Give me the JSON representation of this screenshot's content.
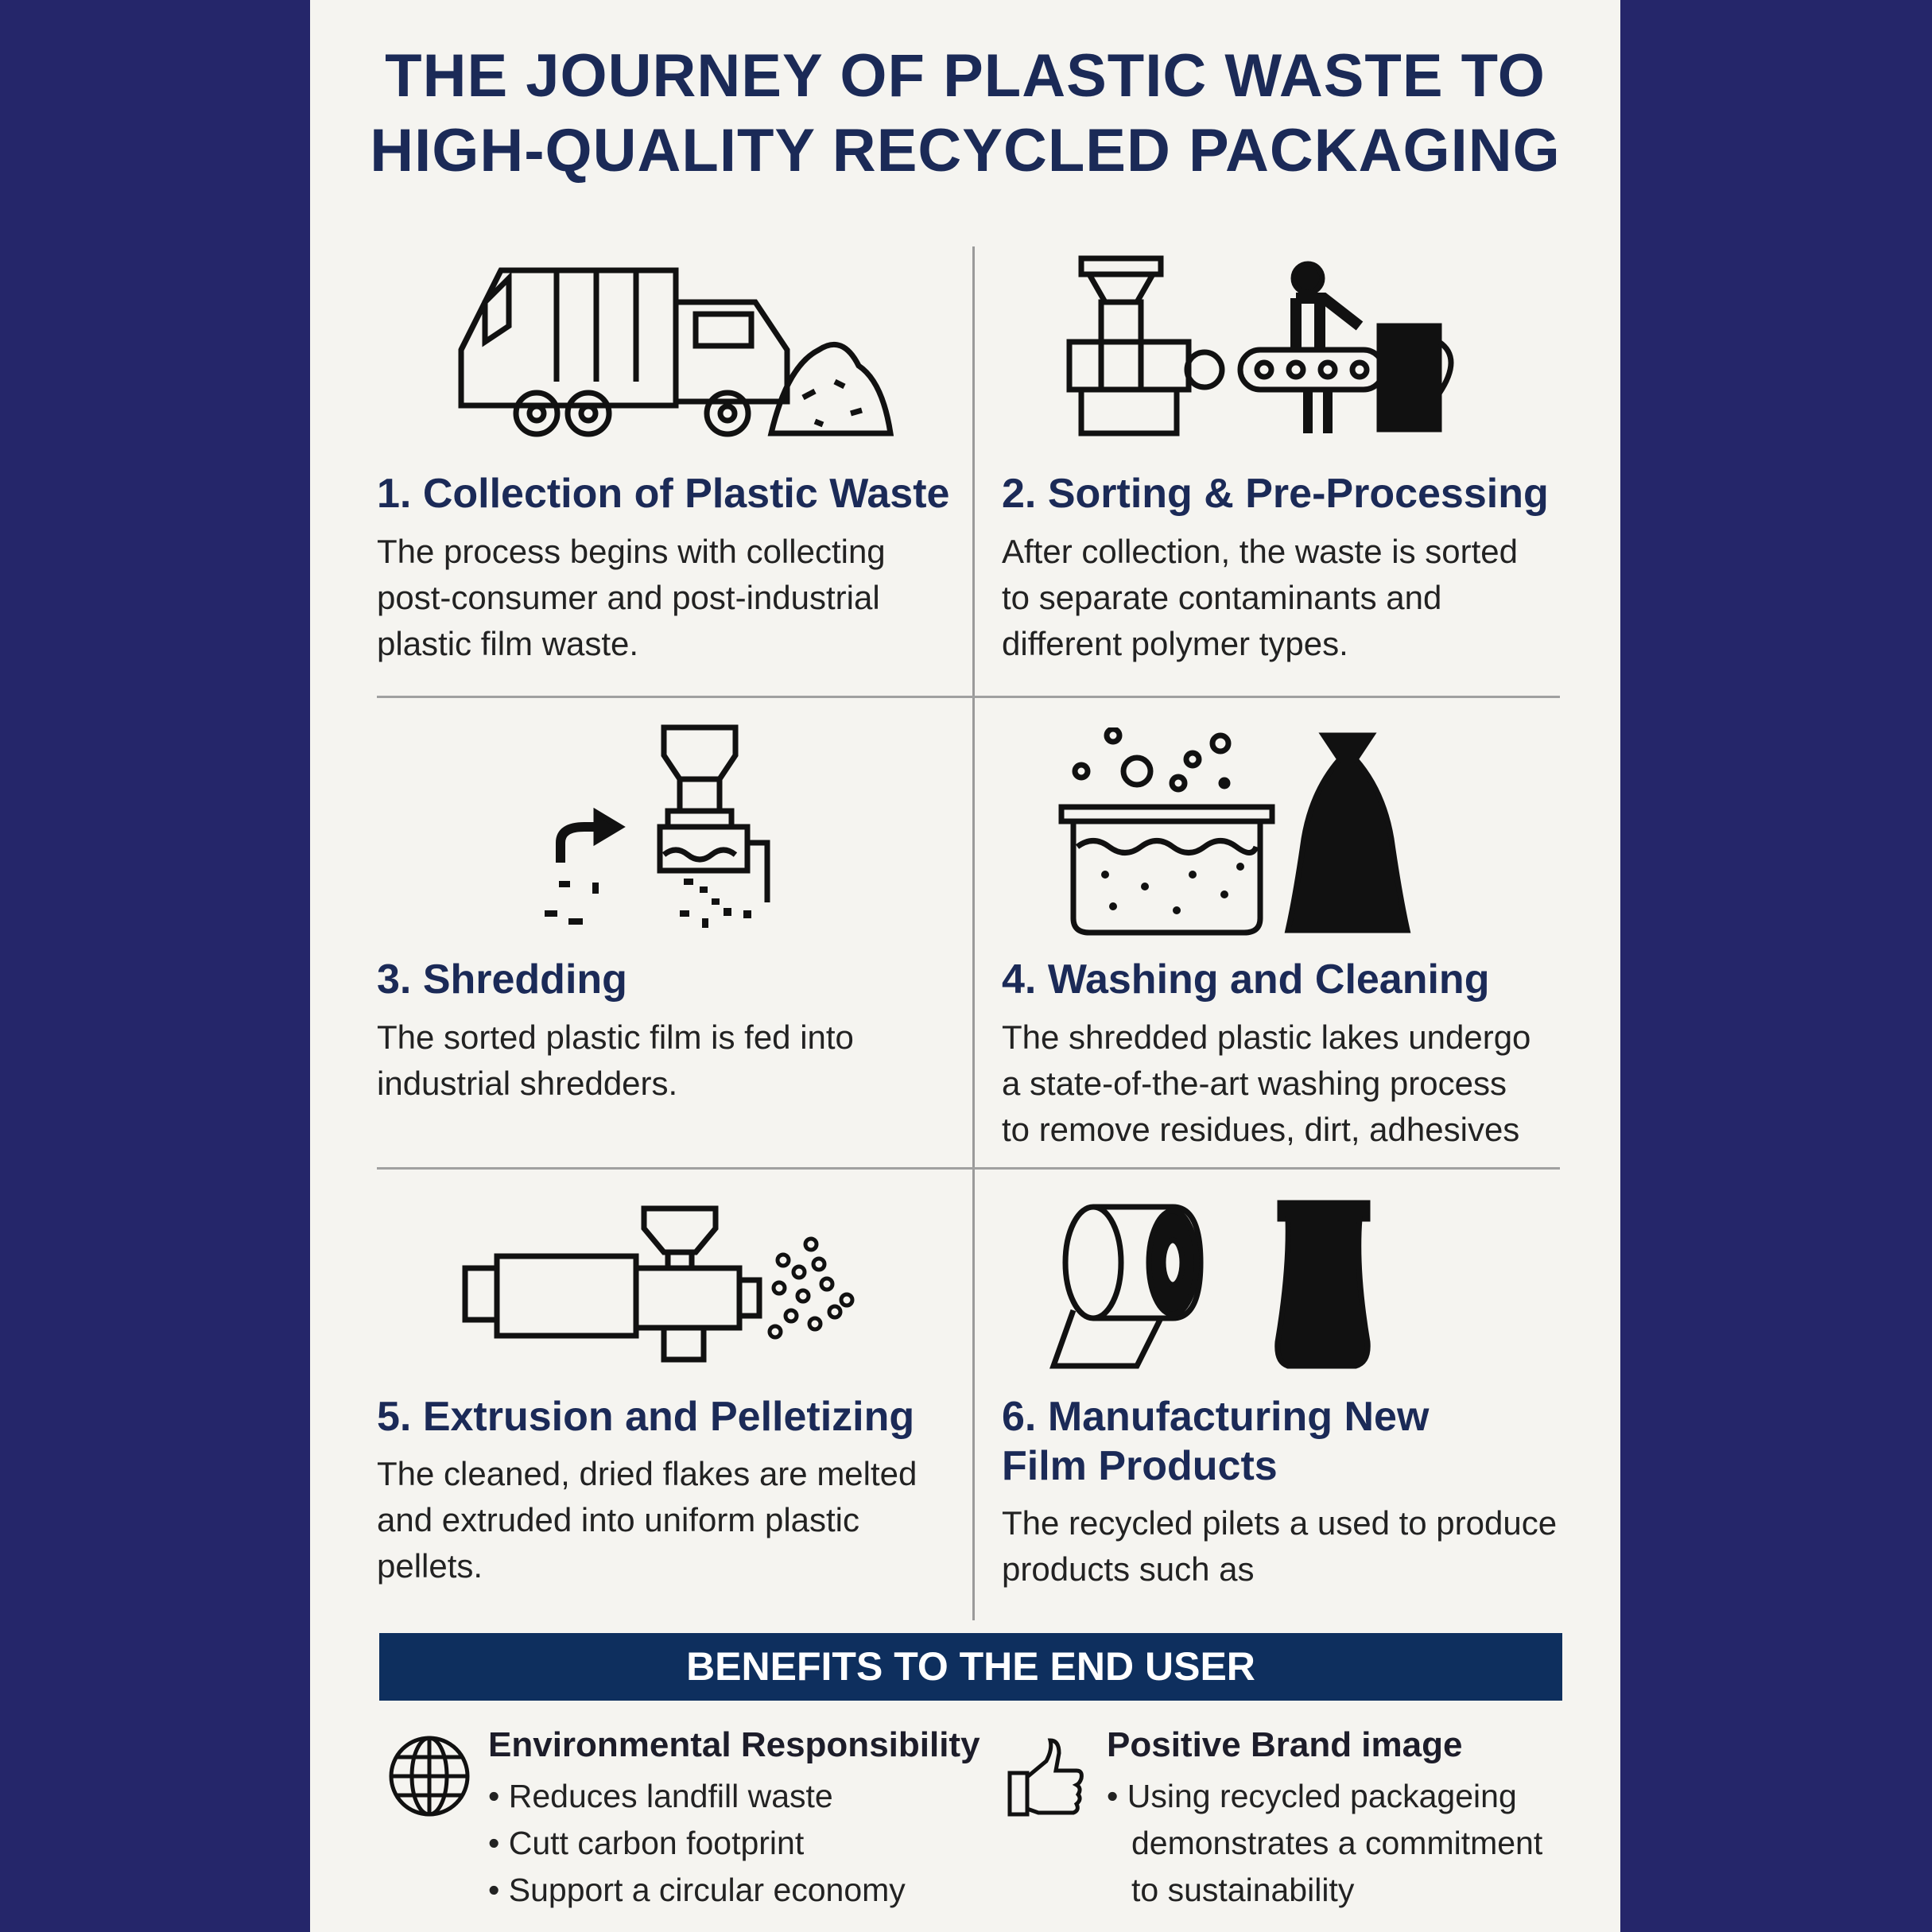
{
  "title": {
    "line1": "THE JOURNEY OF PLASTIC WASTE TO",
    "line2": "HIGH-QUALITY RECYCLED PACKAGING"
  },
  "steps": [
    {
      "heading": "1. Collection of Plastic Waste",
      "icon": "garbage-truck-icon",
      "body": [
        "The process begins with collecting",
        "post-consumer and post-industrial",
        "plastic film waste."
      ]
    },
    {
      "heading": "2. Sorting & Pre-Processing",
      "icon": "sorting-machine-icon",
      "body": [
        "After collection, the waste is sorted",
        "to separate contaminants and",
        "different polymer types."
      ]
    },
    {
      "heading": "3. Shredding",
      "icon": "shredder-icon",
      "body": [
        "The sorted plastic film is fed into",
        "industrial shredders."
      ]
    },
    {
      "heading": "4. Washing and Cleaning",
      "icon": "washing-tank-icon",
      "body": [
        "The shredded plastic lakes undergo",
        "a state-of-the-art washing process",
        "to remove residues, dirt, adhesives"
      ]
    },
    {
      "heading": "5. Extrusion and Pelletizing",
      "icon": "extruder-icon",
      "body": [
        "The cleaned, dried flakes are melted",
        "and extruded into uniform plastic",
        "pellets."
      ]
    },
    {
      "heading_lines": [
        "6. Manufacturing New",
        "Film Products"
      ],
      "icon": "film-roll-icon",
      "body": [
        "The recycled pilets a used to produce",
        "products such as"
      ]
    }
  ],
  "benefits": {
    "title": "BENEFITS TO THE END USER",
    "items": [
      {
        "icon": "globe-icon",
        "heading": "Environmental Responsibility",
        "lines": [
          "• Reduces landfill waste",
          "• Cutt carbon footprint",
          "• Support a circular economy"
        ]
      },
      {
        "icon": "thumbs-up-icon",
        "heading": "Positive Brand image",
        "lines": [
          "• Using recycled packageing",
          "demonstrates a commitment",
          "to sustainability"
        ]
      }
    ]
  },
  "colors": {
    "frame": "#25266a",
    "paper": "#f5f4f0",
    "heading": "#1b2a57",
    "banner": "#0e2f5e"
  }
}
